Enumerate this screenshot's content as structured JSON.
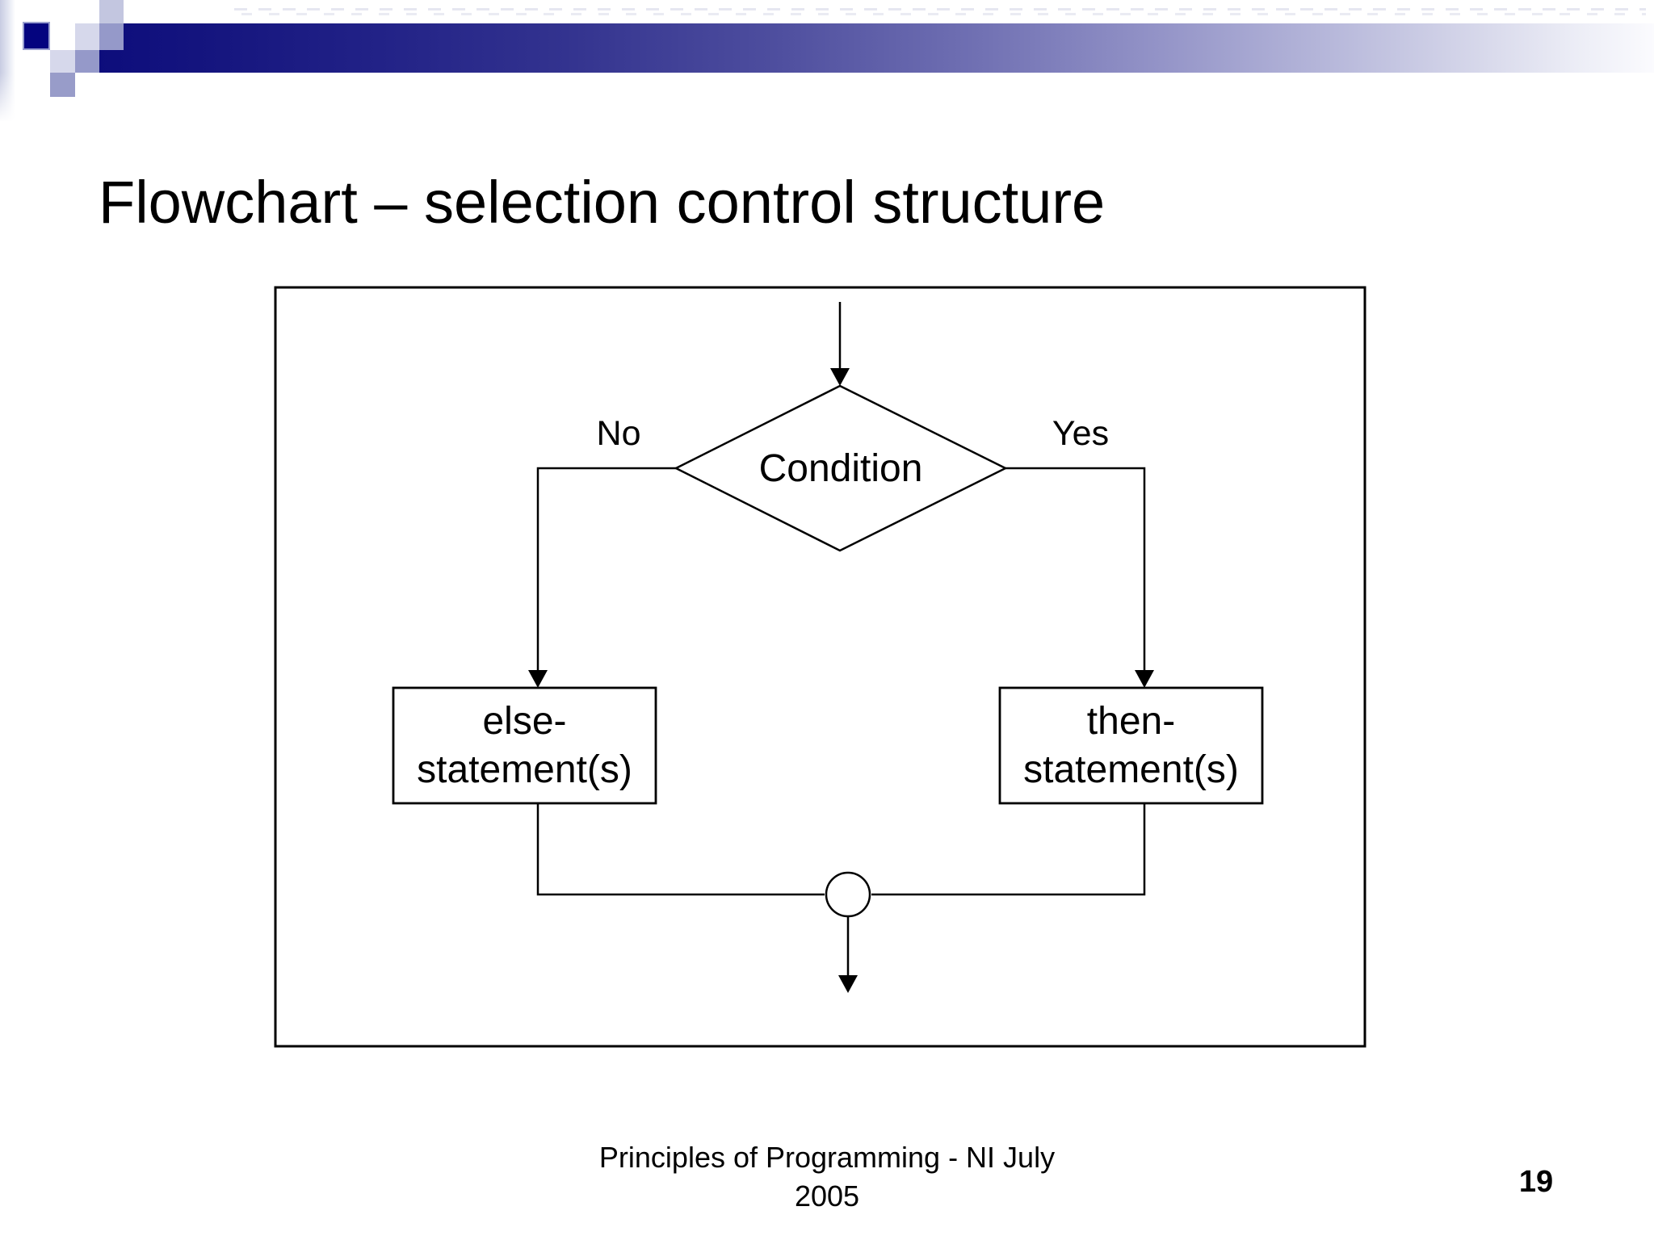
{
  "slide": {
    "title": "Flowchart – selection control structure",
    "footer": {
      "line1": "Principles of Programming - NI July",
      "line2": "2005"
    },
    "page_number": "19"
  },
  "flowchart": {
    "condition_label": "Condition",
    "no_label": "No",
    "yes_label": "Yes",
    "else_box": {
      "line1": "else-",
      "line2": "statement(s)"
    },
    "then_box": {
      "line1": "then-",
      "line2": "statement(s)"
    }
  },
  "theme": {
    "bar_gradient_start": "#0d0d7c",
    "bar_gradient_end": "#fbfbfe",
    "square_navy": "#04047f",
    "square_light": "#d6d8eb",
    "square_medium": "#9599c9",
    "line_color": "#000000",
    "text_color": "#000000",
    "background": "#ffffff"
  }
}
